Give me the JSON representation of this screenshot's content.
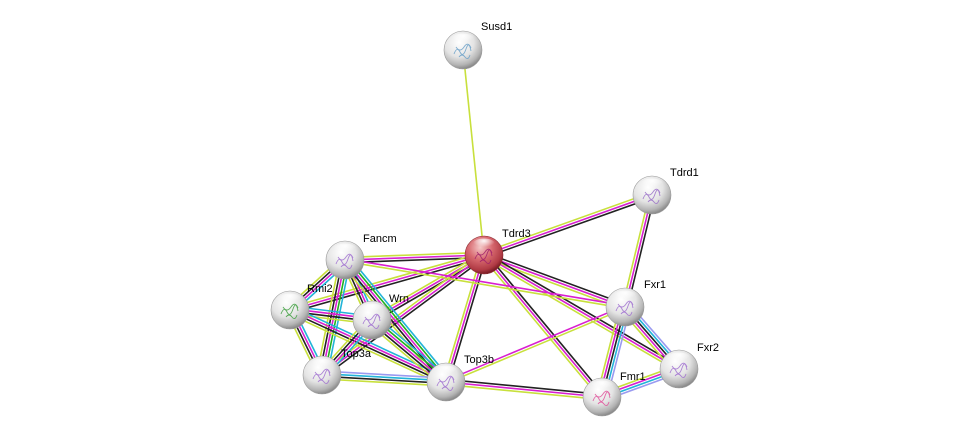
{
  "diagram": {
    "type": "protein-interaction-network",
    "evidence_colors": {
      "textmining": "#c8e03c",
      "coexpression": "#222222",
      "experimental": "#d81fd0",
      "database": "#22b4d8",
      "homology": "#9a9af0",
      "neighborhood": "#20b020"
    },
    "nodes": [
      {
        "id": "Susd1",
        "label": "Susd1",
        "query": false,
        "glyph": "#6aa0c8"
      },
      {
        "id": "Tdrd3",
        "label": "Tdrd3",
        "query": true,
        "glyph": "#a0206a"
      },
      {
        "id": "Tdrd1",
        "label": "Tdrd1",
        "query": false,
        "glyph": "#9a70c8"
      },
      {
        "id": "Fancm",
        "label": "Fancm",
        "query": false,
        "glyph": "#a070d0"
      },
      {
        "id": "Rmi2",
        "label": "Rmi2",
        "query": false,
        "glyph": "#40a040"
      },
      {
        "id": "Wrn",
        "label": "Wrn",
        "query": false,
        "glyph": "#a070d0"
      },
      {
        "id": "Top3a",
        "label": "Top3a",
        "query": false,
        "glyph": "#a070d0"
      },
      {
        "id": "Top3b",
        "label": "Top3b",
        "query": false,
        "glyph": "#a070d0"
      },
      {
        "id": "Fxr1",
        "label": "Fxr1",
        "query": false,
        "glyph": "#a070d0"
      },
      {
        "id": "Fxr2",
        "label": "Fxr2",
        "query": false,
        "glyph": "#a070d0"
      },
      {
        "id": "Fmr1",
        "label": "Fmr1",
        "query": false,
        "glyph": "#e0509a"
      }
    ],
    "edges": [
      {
        "source": "Susd1",
        "target": "Tdrd3",
        "evidence": [
          "textmining"
        ]
      },
      {
        "source": "Tdrd3",
        "target": "Tdrd1",
        "evidence": [
          "textmining",
          "experimental",
          "coexpression"
        ]
      },
      {
        "source": "Tdrd3",
        "target": "Fancm",
        "evidence": [
          "coexpression",
          "experimental",
          "textmining"
        ]
      },
      {
        "source": "Tdrd3",
        "target": "Rmi2",
        "evidence": [
          "coexpression",
          "experimental",
          "textmining"
        ]
      },
      {
        "source": "Tdrd3",
        "target": "Wrn",
        "evidence": [
          "coexpression",
          "experimental",
          "textmining"
        ]
      },
      {
        "source": "Tdrd3",
        "target": "Top3a",
        "evidence": [
          "coexpression",
          "experimental",
          "textmining"
        ]
      },
      {
        "source": "Tdrd3",
        "target": "Top3b",
        "evidence": [
          "coexpression",
          "experimental",
          "textmining"
        ]
      },
      {
        "source": "Tdrd3",
        "target": "Fxr1",
        "evidence": [
          "coexpression",
          "experimental",
          "textmining"
        ]
      },
      {
        "source": "Tdrd3",
        "target": "Fxr2",
        "evidence": [
          "coexpression",
          "experimental",
          "textmining"
        ]
      },
      {
        "source": "Tdrd3",
        "target": "Fmr1",
        "evidence": [
          "coexpression",
          "experimental",
          "textmining"
        ]
      },
      {
        "source": "Tdrd1",
        "target": "Fxr1",
        "evidence": [
          "coexpression",
          "experimental",
          "textmining"
        ]
      },
      {
        "source": "Fancm",
        "target": "Rmi2",
        "evidence": [
          "database",
          "experimental",
          "coexpression",
          "textmining"
        ]
      },
      {
        "source": "Fancm",
        "target": "Wrn",
        "evidence": [
          "database",
          "experimental",
          "coexpression",
          "textmining"
        ]
      },
      {
        "source": "Fancm",
        "target": "Top3a",
        "evidence": [
          "database",
          "neighborhood",
          "experimental",
          "coexpression",
          "textmining"
        ]
      },
      {
        "source": "Fancm",
        "target": "Top3b",
        "evidence": [
          "database",
          "neighborhood",
          "experimental",
          "coexpression",
          "textmining"
        ]
      },
      {
        "source": "Rmi2",
        "target": "Wrn",
        "evidence": [
          "database",
          "experimental",
          "coexpression",
          "textmining"
        ]
      },
      {
        "source": "Rmi2",
        "target": "Top3a",
        "evidence": [
          "database",
          "experimental",
          "coexpression",
          "textmining"
        ]
      },
      {
        "source": "Rmi2",
        "target": "Top3b",
        "evidence": [
          "database",
          "experimental",
          "coexpression",
          "textmining"
        ]
      },
      {
        "source": "Wrn",
        "target": "Top3a",
        "evidence": [
          "database",
          "experimental",
          "coexpression",
          "textmining"
        ]
      },
      {
        "source": "Wrn",
        "target": "Top3b",
        "evidence": [
          "database",
          "neighborhood",
          "experimental",
          "coexpression",
          "textmining"
        ]
      },
      {
        "source": "Top3a",
        "target": "Top3b",
        "evidence": [
          "homology",
          "database",
          "coexpression",
          "textmining"
        ]
      },
      {
        "source": "Top3b",
        "target": "Fxr1",
        "evidence": [
          "experimental",
          "textmining"
        ]
      },
      {
        "source": "Top3b",
        "target": "Fmr1",
        "evidence": [
          "coexpression",
          "experimental",
          "textmining"
        ]
      },
      {
        "source": "Fxr1",
        "target": "Fxr2",
        "evidence": [
          "homology",
          "database",
          "coexpression",
          "experimental",
          "textmining"
        ]
      },
      {
        "source": "Fxr1",
        "target": "Fmr1",
        "evidence": [
          "homology",
          "database",
          "coexpression",
          "experimental",
          "textmining"
        ]
      },
      {
        "source": "Fxr2",
        "target": "Fmr1",
        "evidence": [
          "homology",
          "database",
          "experimental",
          "textmining"
        ]
      },
      {
        "source": "Fancm",
        "target": "Fxr1",
        "evidence": [
          "experimental",
          "textmining"
        ]
      }
    ]
  }
}
